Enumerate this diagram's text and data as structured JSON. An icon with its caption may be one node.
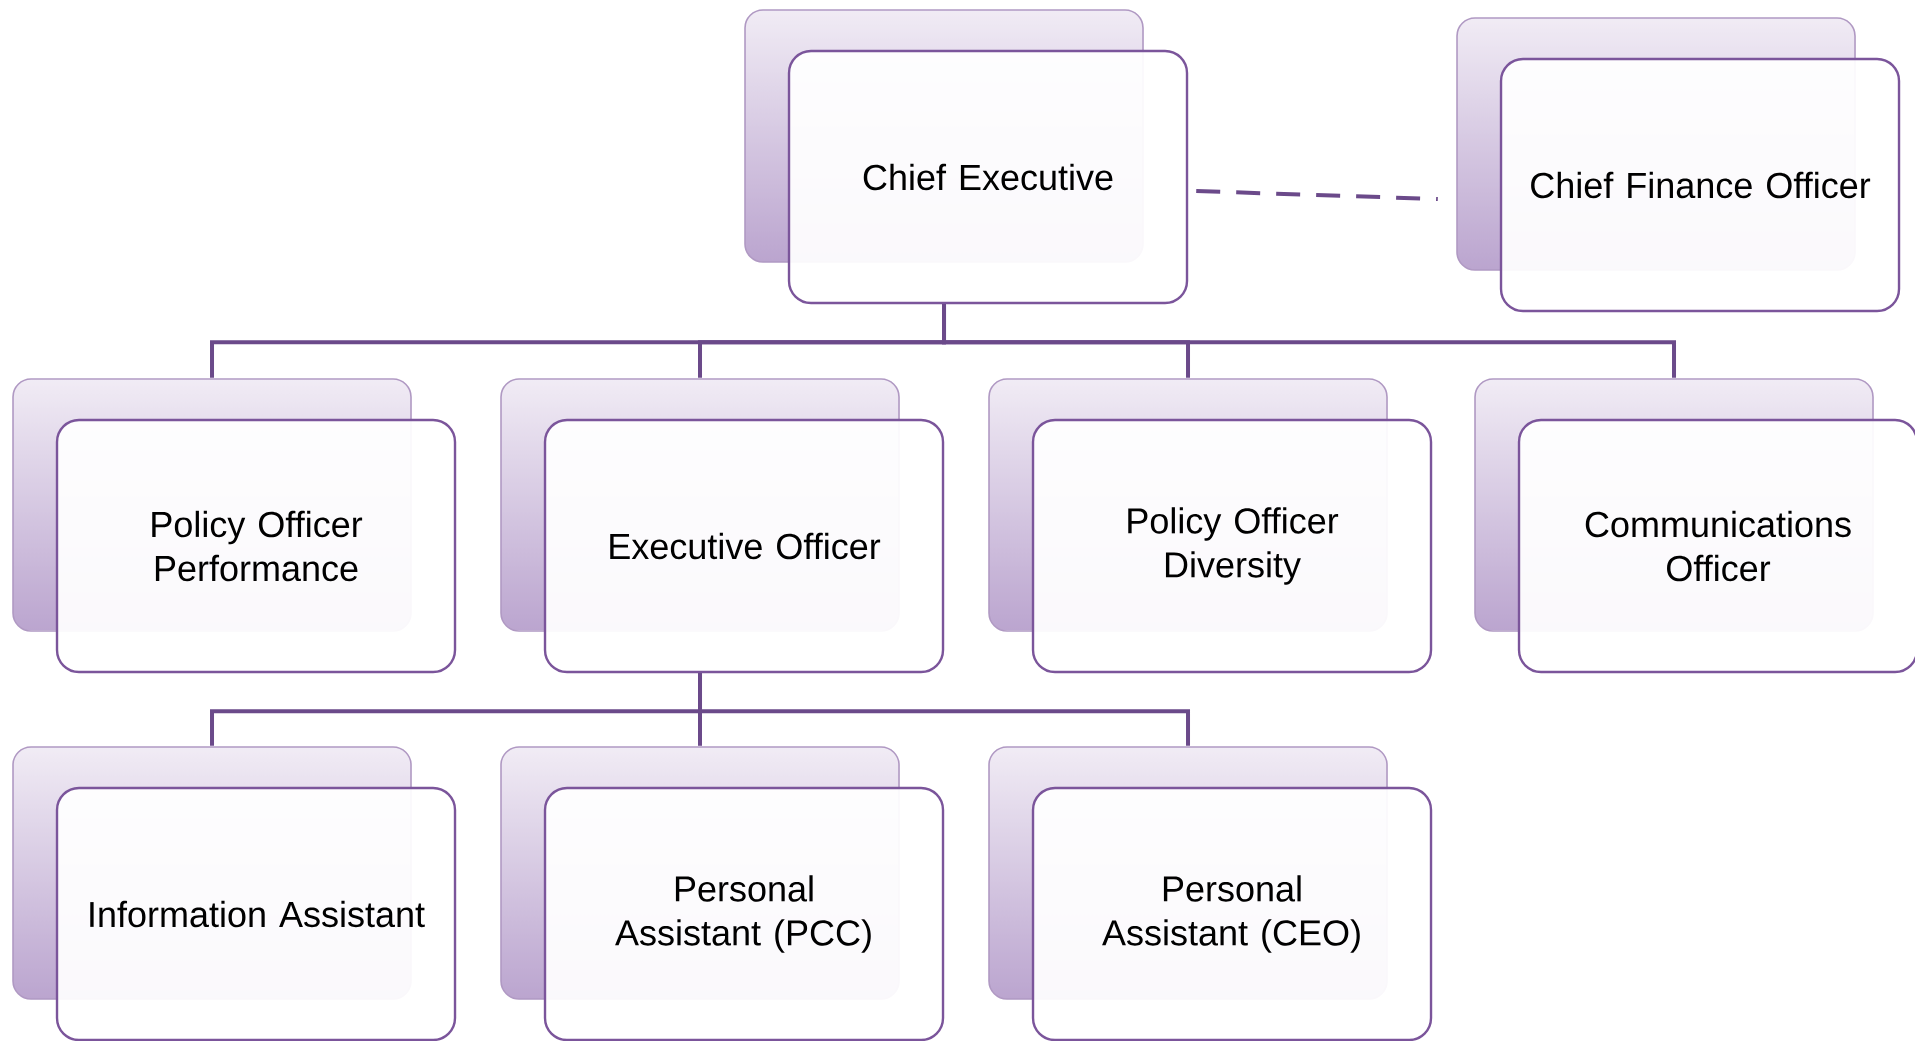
{
  "diagram": {
    "nodes": [
      {
        "text": [
          "Chief Executive"
        ]
      },
      {
        "text": [
          "Chief Finance Officer"
        ]
      },
      {
        "text": [
          "Policy Officer Performance"
        ]
      },
      {
        "text": [
          "Executive Officer"
        ]
      },
      {
        "text": [
          "Policy Officer Diversity"
        ]
      },
      {
        "text": [
          "Communications Officer"
        ]
      },
      {
        "text": [
          "Information Assistant"
        ]
      },
      {
        "text": [
          "Personal Assistant (PCC)"
        ]
      },
      {
        "text": [
          "Personal Assistant (CEO)"
        ]
      }
    ],
    "edges": [
      {
        "from": 0,
        "to": 1,
        "arrow": "none",
        "style": "dashed"
      },
      {
        "from": 0,
        "to": 2,
        "arrow": "none"
      },
      {
        "from": 0,
        "to": 3,
        "arrow": "none"
      },
      {
        "from": 0,
        "to": 4,
        "arrow": "none"
      },
      {
        "from": 0,
        "to": 5,
        "arrow": "none"
      },
      {
        "from": 3,
        "to": 6,
        "arrow": "none"
      },
      {
        "from": 3,
        "to": 7,
        "arrow": "none"
      },
      {
        "from": 3,
        "to": 8,
        "arrow": "none"
      }
    ]
  }
}
